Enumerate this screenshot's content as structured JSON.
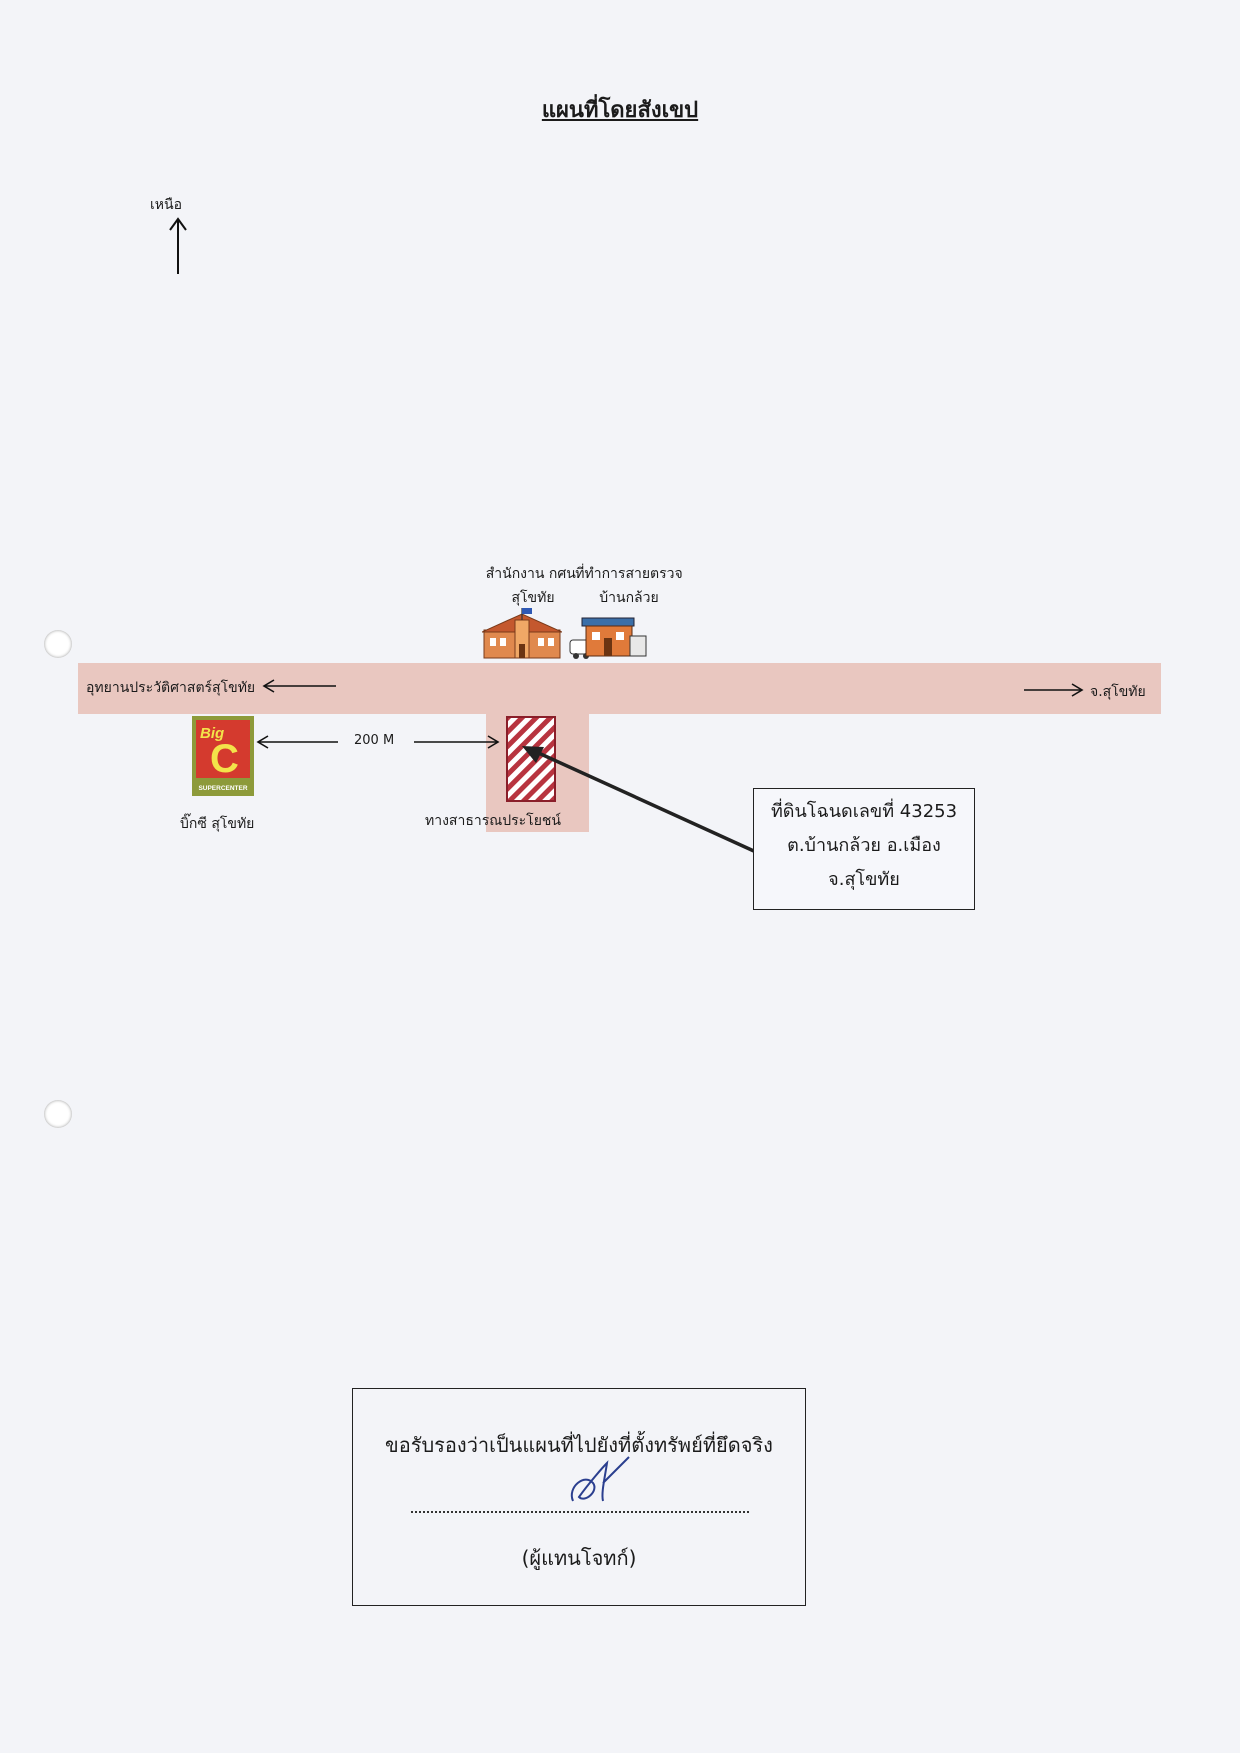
{
  "title": "แผนที่โดยสังเขป",
  "north": "เหนือ",
  "landmarks": {
    "office_line1": "สำนักงาน กศน.",
    "office_line2": "สุโขทัย",
    "inspection_line1": "ที่ทำการสายตรวจ",
    "inspection_line2": "บ้านกล้วย",
    "road_left": "อุทยานประวัติศาสตร์สุโขทัย",
    "road_right": "จ.สุโขทัย",
    "distance": "200 M",
    "bigc_label": "บิ๊กซี สุโขทัย",
    "bigc_logo_word": "Big",
    "bigc_logo_letter": "C",
    "bigc_logo_sub": "SUPERCENTER",
    "public_way": "ทางสาธารณประโยชน์"
  },
  "callout": {
    "line1": "ที่ดินโฉนดเลขที่ 43253",
    "line2": "ต.บ้านกล้วย  อ.เมือง",
    "line3": "จ.สุโขทัย"
  },
  "certification": {
    "statement": "ขอรับรองว่าเป็นแผนที่ไปยังที่ตั้งทรัพย์ที่ยึดจริง",
    "signer": "(ผู้แทนโจทก์)"
  },
  "colors": {
    "road": "#e9c7c0",
    "target_stripe": "#b8343f",
    "bigc_red": "#d43a2e",
    "bigc_green": "#8d9a3a"
  }
}
